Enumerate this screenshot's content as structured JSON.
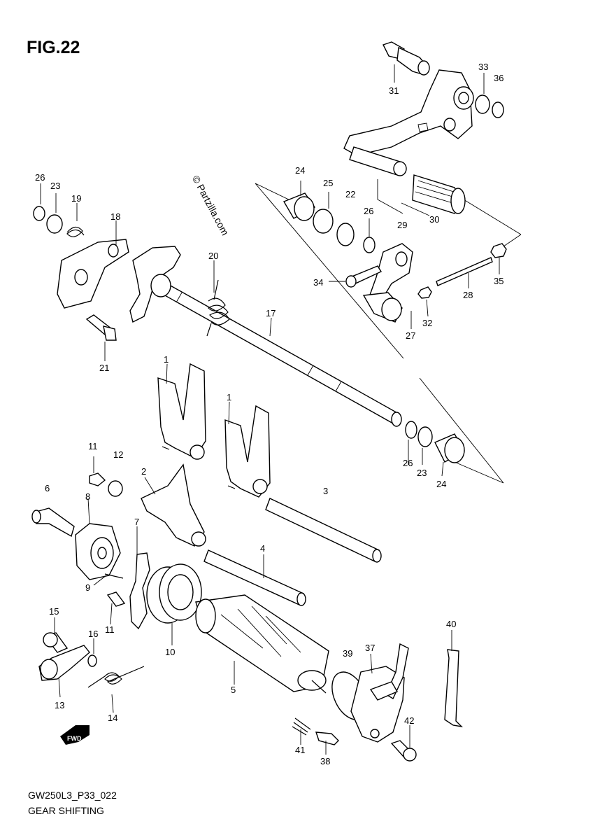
{
  "figure_title": "FIG.22",
  "diagram_code": "GW250L3_P33_022",
  "diagram_name": "GEAR SHIFTING",
  "watermark": "© Partzilla.com",
  "fwd_label": "FWD",
  "callouts": [
    {
      "id": "c1a",
      "label": "1"
    },
    {
      "id": "c1b",
      "label": "1"
    },
    {
      "id": "c2",
      "label": "2"
    },
    {
      "id": "c3",
      "label": "3"
    },
    {
      "id": "c4",
      "label": "4"
    },
    {
      "id": "c5",
      "label": "5"
    },
    {
      "id": "c6",
      "label": "6"
    },
    {
      "id": "c7",
      "label": "7"
    },
    {
      "id": "c8",
      "label": "8"
    },
    {
      "id": "c9",
      "label": "9"
    },
    {
      "id": "c10",
      "label": "10"
    },
    {
      "id": "c11a",
      "label": "11"
    },
    {
      "id": "c11b",
      "label": "11"
    },
    {
      "id": "c12",
      "label": "12"
    },
    {
      "id": "c13",
      "label": "13"
    },
    {
      "id": "c14",
      "label": "14"
    },
    {
      "id": "c15",
      "label": "15"
    },
    {
      "id": "c16",
      "label": "16"
    },
    {
      "id": "c17",
      "label": "17"
    },
    {
      "id": "c18",
      "label": "18"
    },
    {
      "id": "c19",
      "label": "19"
    },
    {
      "id": "c20",
      "label": "20"
    },
    {
      "id": "c21",
      "label": "21"
    },
    {
      "id": "c22",
      "label": "22"
    },
    {
      "id": "c23a",
      "label": "23"
    },
    {
      "id": "c23b",
      "label": "23"
    },
    {
      "id": "c24a",
      "label": "24"
    },
    {
      "id": "c24b",
      "label": "24"
    },
    {
      "id": "c25",
      "label": "25"
    },
    {
      "id": "c26a",
      "label": "26"
    },
    {
      "id": "c26b",
      "label": "26"
    },
    {
      "id": "c26c",
      "label": "26"
    },
    {
      "id": "c27",
      "label": "27"
    },
    {
      "id": "c28",
      "label": "28"
    },
    {
      "id": "c29",
      "label": "29"
    },
    {
      "id": "c30",
      "label": "30"
    },
    {
      "id": "c31",
      "label": "31"
    },
    {
      "id": "c32",
      "label": "32"
    },
    {
      "id": "c33",
      "label": "33"
    },
    {
      "id": "c34",
      "label": "34"
    },
    {
      "id": "c35",
      "label": "35"
    },
    {
      "id": "c36",
      "label": "36"
    },
    {
      "id": "c37",
      "label": "37"
    },
    {
      "id": "c38",
      "label": "38"
    },
    {
      "id": "c39",
      "label": "39"
    },
    {
      "id": "c40",
      "label": "40"
    },
    {
      "id": "c41",
      "label": "41"
    },
    {
      "id": "c42",
      "label": "42"
    }
  ]
}
